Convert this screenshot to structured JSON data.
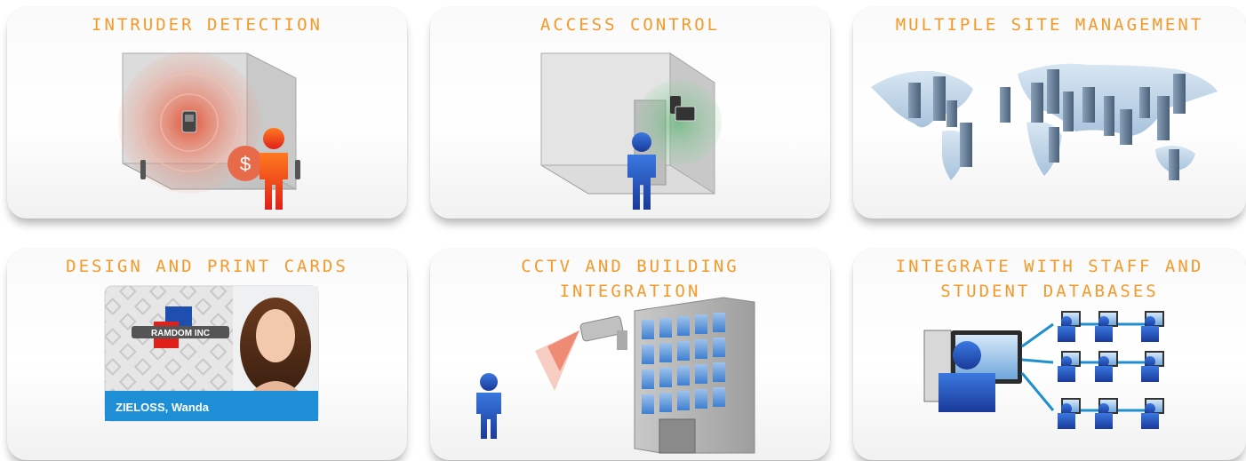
{
  "tiles": [
    {
      "title": "INTRUDER DETECTION",
      "icon": "intruder-detection-illustration"
    },
    {
      "title": "ACCESS CONTROL",
      "icon": "access-control-illustration"
    },
    {
      "title": "MULTIPLE SITE MANAGEMENT",
      "icon": "world-map-servers-illustration"
    },
    {
      "title": "DESIGN AND PRINT CARDS",
      "icon": "id-card-illustration"
    },
    {
      "title": "CCTV AND BUILDING\nINTEGRATION",
      "icon": "cctv-building-illustration"
    },
    {
      "title": "INTEGRATE WITH STAFF AND\nSTUDENT DATABASES",
      "icon": "network-database-illustration"
    }
  ],
  "id_card": {
    "company": "RAMDOM INC",
    "name": "ZIELOSS, Wanda"
  },
  "intruder": {
    "symbol": "$"
  },
  "colors": {
    "title": "#f39a2b",
    "accent_blue": "#1e4fb0",
    "alarm_red": "#e0442a",
    "card_blue": "#1e8fd6"
  }
}
